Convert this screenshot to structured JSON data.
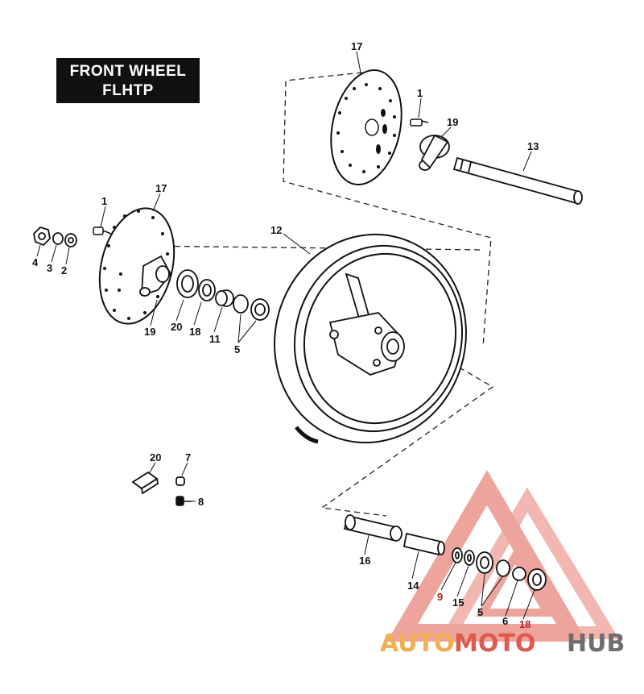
{
  "title": {
    "line1": "FRONT WHEEL",
    "line2": "FLHTP"
  },
  "callouts": {
    "c17a": "17",
    "c1a": "1",
    "c19a": "19",
    "c13": "13",
    "c17b": "17",
    "c1b": "1",
    "c12": "12",
    "c4": "4",
    "c3": "3",
    "c2": "2",
    "c19b": "19",
    "c20a": "20",
    "c18a": "18",
    "c11": "11",
    "c5a": "5",
    "c20b": "20",
    "c7": "7",
    "c8": "8",
    "c16": "16",
    "c14": "14",
    "c9": "9",
    "c15": "15",
    "c5b": "5",
    "c6": "6",
    "c18b": "18"
  },
  "watermark": {
    "part1": "AUTO",
    "part2": "MOTO",
    "part3": "HUB"
  },
  "colors": {
    "ink": "#111111",
    "watermark_red": "#e05a4e",
    "watermark_orange": "#f0b050",
    "watermark_grey": "#6e6e6e"
  }
}
